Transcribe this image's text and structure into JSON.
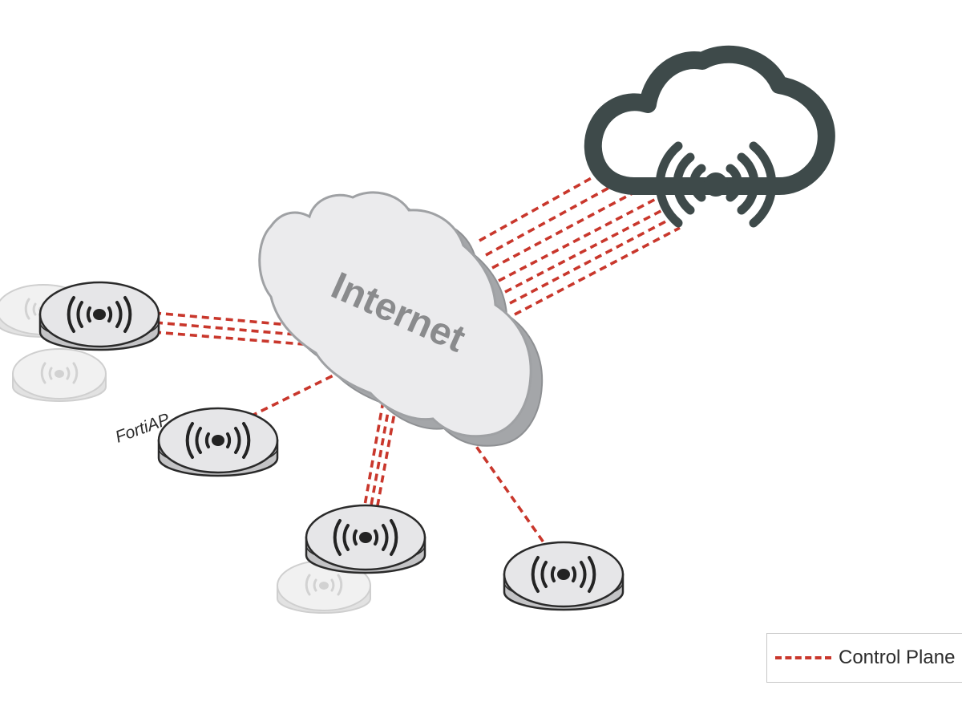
{
  "colors": {
    "control_plane": "#c9372c",
    "cloud_service": "#3e4a4a",
    "internet_cloud_fill": "#eaeaec",
    "internet_cloud_edge": "#9fa1a4",
    "ap_body": "#e6e6e8",
    "ap_outline": "#2a2a2a",
    "ghost_ap": "#d0d0d0"
  },
  "nodes": {
    "internet_cloud": {
      "label": "Internet",
      "icon": "cloud-icon"
    },
    "cloud_service": {
      "icon": "cloud-wireless-broadcast-icon"
    },
    "access_points": [
      {
        "id": "ap-left",
        "icon": "wireless-access-point-icon",
        "ghost_units": 2,
        "control_links": 3
      },
      {
        "id": "ap-fortiap",
        "label": "FortiAP",
        "icon": "wireless-access-point-icon",
        "ghost_units": 0,
        "control_links": 1
      },
      {
        "id": "ap-bottom-center",
        "icon": "wireless-access-point-icon",
        "ghost_units": 1,
        "control_links": 3
      },
      {
        "id": "ap-bottom-right",
        "icon": "wireless-access-point-icon",
        "ghost_units": 0,
        "control_links": 1
      }
    ]
  },
  "links": {
    "cloud_to_service": {
      "style": "dashed",
      "color": "control_plane",
      "count": 7
    }
  },
  "legend": {
    "items": [
      {
        "label": "Control Plane",
        "style": "dashed",
        "color": "control_plane"
      }
    ]
  }
}
